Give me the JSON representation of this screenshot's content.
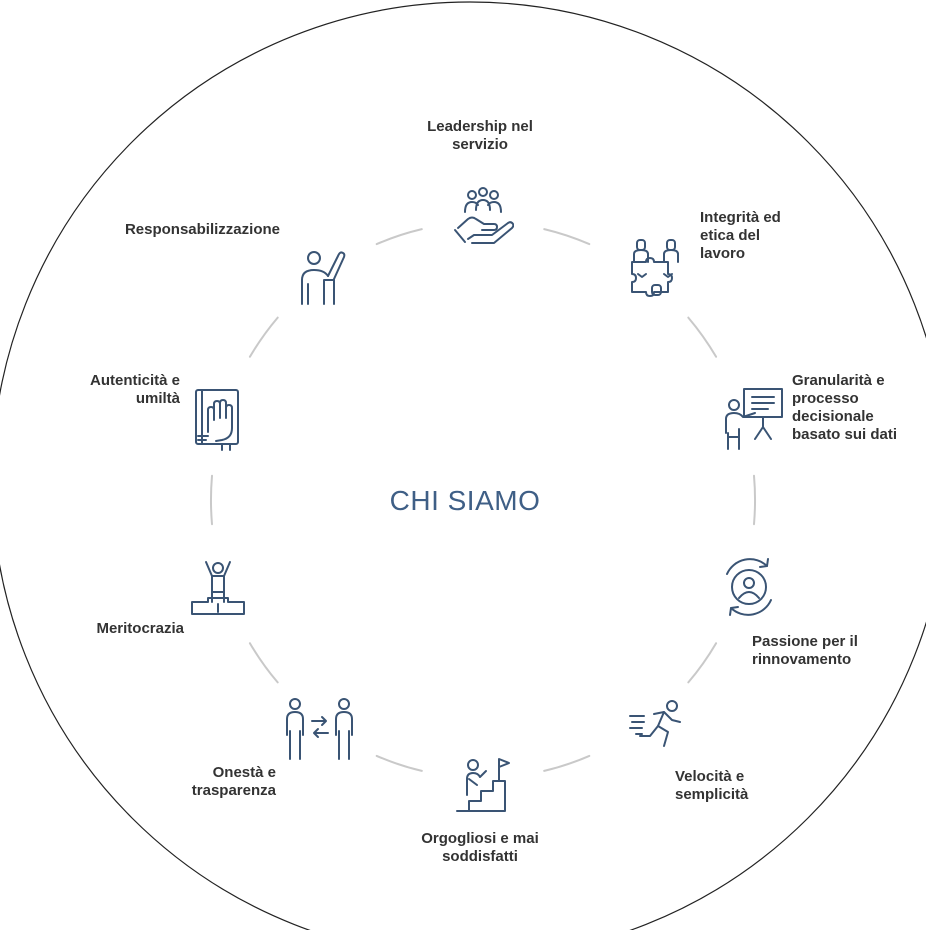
{
  "center_title": "CHI SIAMO",
  "colors": {
    "ring": "#c9c9c9",
    "outer": "#222222",
    "icon": "#3a5474",
    "label": "#333333",
    "center": "#3f5f86"
  },
  "values": [
    {
      "label": "Leadership nel\nservizio",
      "icon": "hands-group-icon"
    },
    {
      "label": "Integrità ed\netica del\nlavoro",
      "icon": "puzzle-people-icon"
    },
    {
      "label": "Granularità e\nprocesso\ndecisionale\nbasato sui dati",
      "icon": "presenter-board-icon"
    },
    {
      "label": "Passione per il\nrinnovamento",
      "icon": "refresh-person-icon"
    },
    {
      "label": "Velocità e\nsemplicità",
      "icon": "running-person-icon"
    },
    {
      "label": "Orgogliosi e mai\nsoddisfatti",
      "icon": "climbing-stairs-flag-icon"
    },
    {
      "label": "Onestà e\ntrasparenza",
      "icon": "people-exchange-icon"
    },
    {
      "label": "Meritocrazia",
      "icon": "podium-winner-icon"
    },
    {
      "label": "Autenticità e\numiltà",
      "icon": "hand-oath-book-icon"
    },
    {
      "label": "Responsabilizzazione",
      "icon": "raised-hand-person-icon"
    }
  ]
}
